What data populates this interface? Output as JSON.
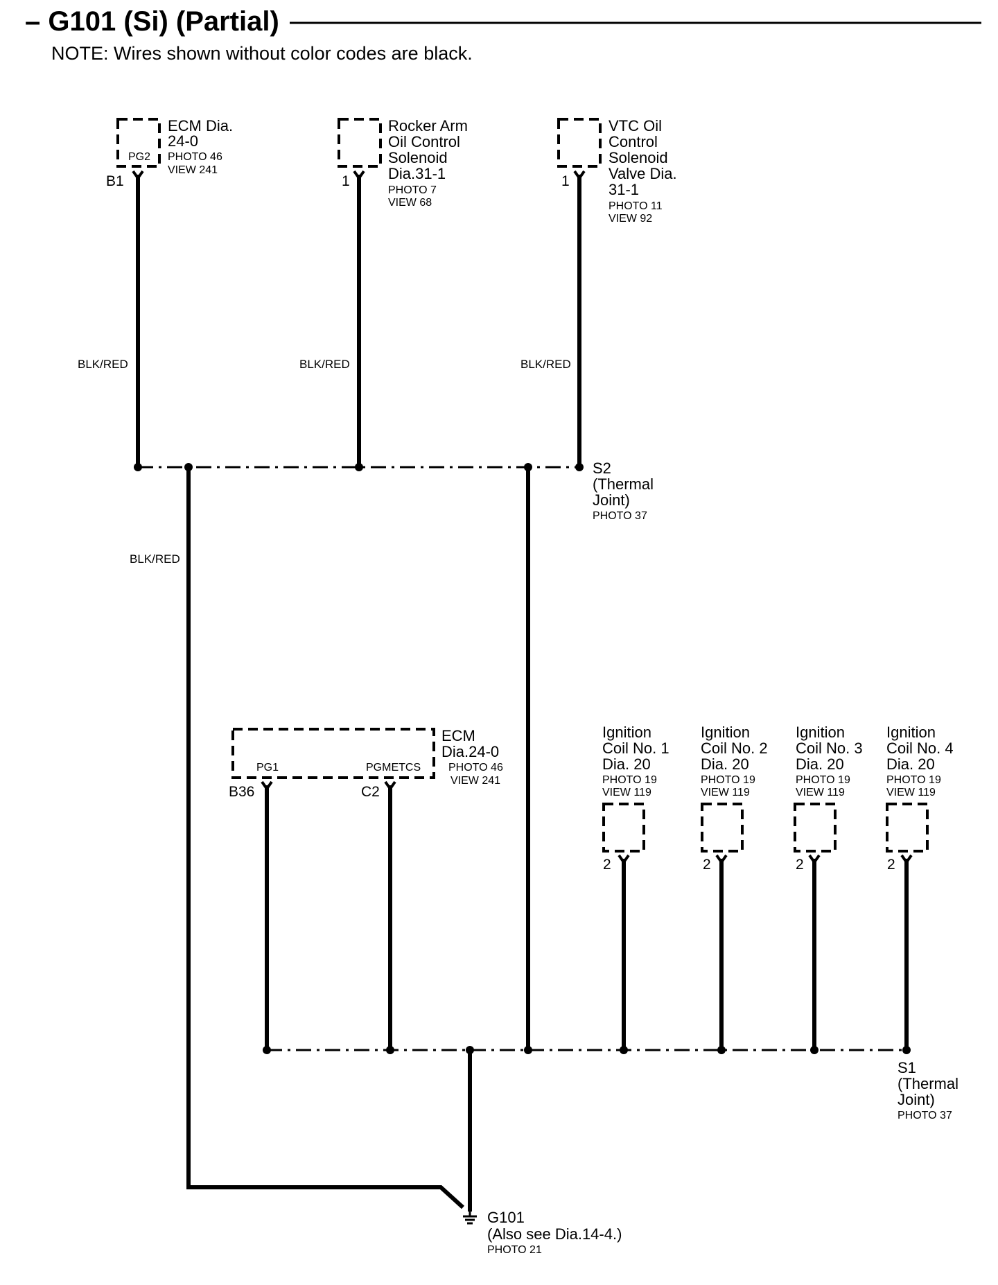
{
  "header": {
    "title": "– G101 (Si) (Partial)",
    "note": "NOTE: Wires shown without color codes are black."
  },
  "top_components": [
    {
      "name_lines": [
        "ECM Dia.",
        "24-0"
      ],
      "inner_label": "PG2",
      "photo": "PHOTO 46",
      "view": "VIEW 241",
      "pin": "B1",
      "wire_color": "BLK/RED"
    },
    {
      "name_lines": [
        "Rocker Arm",
        "Oil Control",
        "Solenoid",
        "Dia.31-1"
      ],
      "inner_label": "",
      "photo": "PHOTO 7",
      "view": "VIEW 68",
      "pin": "1",
      "wire_color": "BLK/RED"
    },
    {
      "name_lines": [
        "VTC Oil",
        "Control",
        "Solenoid",
        "Valve Dia.",
        "31-1"
      ],
      "inner_label": "",
      "photo": "PHOTO 11",
      "view": "VIEW 92",
      "pin": "1",
      "wire_color": "BLK/RED"
    }
  ],
  "joints": {
    "s2": {
      "lines": [
        "S2",
        "(Thermal",
        "Joint)"
      ],
      "photo": "PHOTO 37"
    },
    "s1": {
      "lines": [
        "S1",
        "(Thermal",
        "Joint)"
      ],
      "photo": "PHOTO 37"
    }
  },
  "trunk_wire_color": "BLK/RED",
  "ecm_lower": {
    "name_lines": [
      "ECM",
      "Dia.24-0"
    ],
    "photo": "PHOTO 46",
    "view": "VIEW 241",
    "pins": [
      {
        "pin": "B36",
        "label": "PG1"
      },
      {
        "pin": "C2",
        "label": "PGMETCS"
      }
    ]
  },
  "ignition_coils": [
    {
      "name_lines": [
        "Ignition",
        "Coil No. 1",
        "Dia. 20"
      ],
      "photo": "PHOTO 19",
      "view": "VIEW 119",
      "pin": "2"
    },
    {
      "name_lines": [
        "Ignition",
        "Coil No. 2",
        "Dia. 20"
      ],
      "photo": "PHOTO 19",
      "view": "VIEW 119",
      "pin": "2"
    },
    {
      "name_lines": [
        "Ignition",
        "Coil No. 3",
        "Dia. 20"
      ],
      "photo": "PHOTO 19",
      "view": "VIEW 119",
      "pin": "2"
    },
    {
      "name_lines": [
        "Ignition",
        "Coil No. 4",
        "Dia. 20"
      ],
      "photo": "PHOTO 19",
      "view": "VIEW 119",
      "pin": "2"
    }
  ],
  "ground": {
    "name": "G101",
    "see_also": "(Also see Dia.14-4.)",
    "photo": "PHOTO 21"
  }
}
